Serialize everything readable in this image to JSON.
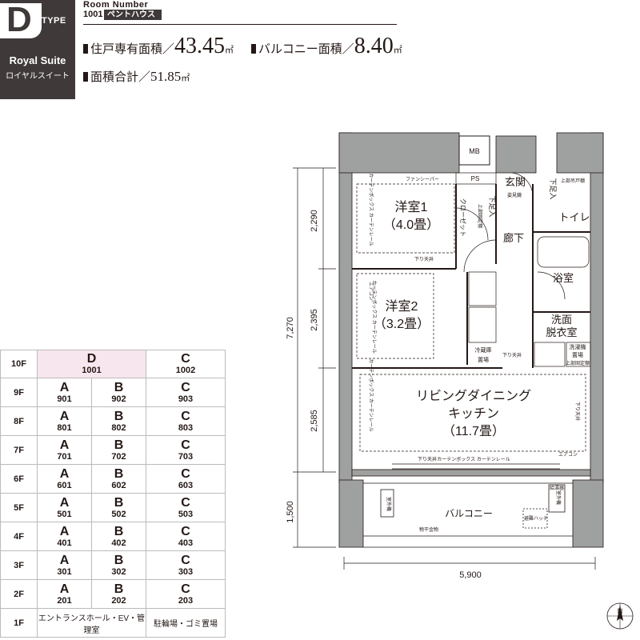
{
  "header": {
    "type_letter": "D",
    "type_word": "TYPE",
    "suite_en": "Royal Suite",
    "suite_jp": "ロイヤルスイート",
    "room_label": "Room Number",
    "room_number": "1001",
    "room_badge": "ペントハウス"
  },
  "specs": {
    "private_area_label": "住戸専有面積／",
    "private_area_value": "43.45",
    "balcony_label": "バルコニー面積／",
    "balcony_value": "8.40",
    "total_label": "面積合計／",
    "total_value": "51.85",
    "unit": "㎡"
  },
  "floor_table": {
    "highlight_color": "#f8e6ee",
    "rows": [
      {
        "floor": "10F",
        "units": [
          {
            "letter": "D",
            "number": "1001"
          },
          {
            "letter": "C",
            "number": "1002"
          }
        ]
      },
      {
        "floor": "9F",
        "units": [
          {
            "letter": "A",
            "number": "901"
          },
          {
            "letter": "B",
            "number": "902"
          },
          {
            "letter": "C",
            "number": "903"
          }
        ]
      },
      {
        "floor": "8F",
        "units": [
          {
            "letter": "A",
            "number": "801"
          },
          {
            "letter": "B",
            "number": "802"
          },
          {
            "letter": "C",
            "number": "803"
          }
        ]
      },
      {
        "floor": "7F",
        "units": [
          {
            "letter": "A",
            "number": "701"
          },
          {
            "letter": "B",
            "number": "702"
          },
          {
            "letter": "C",
            "number": "703"
          }
        ]
      },
      {
        "floor": "6F",
        "units": [
          {
            "letter": "A",
            "number": "601"
          },
          {
            "letter": "B",
            "number": "602"
          },
          {
            "letter": "C",
            "number": "603"
          }
        ]
      },
      {
        "floor": "5F",
        "units": [
          {
            "letter": "A",
            "number": "501"
          },
          {
            "letter": "B",
            "number": "502"
          },
          {
            "letter": "C",
            "number": "503"
          }
        ]
      },
      {
        "floor": "4F",
        "units": [
          {
            "letter": "A",
            "number": "401"
          },
          {
            "letter": "B",
            "number": "402"
          },
          {
            "letter": "C",
            "number": "403"
          }
        ]
      },
      {
        "floor": "3F",
        "units": [
          {
            "letter": "A",
            "number": "301"
          },
          {
            "letter": "B",
            "number": "302"
          },
          {
            "letter": "C",
            "number": "303"
          }
        ]
      },
      {
        "floor": "2F",
        "units": [
          {
            "letter": "A",
            "number": "201"
          },
          {
            "letter": "B",
            "number": "202"
          },
          {
            "letter": "C",
            "number": "203"
          }
        ]
      }
    ],
    "ground": {
      "floor": "1F",
      "left": "エントランスホール・EV・管理室",
      "right": "駐輪場・ゴミ置場"
    }
  },
  "plan": {
    "rooms": {
      "bedroom1_name": "洋室1",
      "bedroom1_size": "（4.0畳）",
      "bedroom2_name": "洋室2",
      "bedroom2_size": "（3.2畳）",
      "ldk_line1": "リビングダイニング",
      "ldk_line2": "キッチン",
      "ldk_line3": "（11.7畳）",
      "entrance": "玄関",
      "corridor": "廊下",
      "toilet": "トイレ",
      "bath": "浴室",
      "washroom_line1": "洗面",
      "washroom_line2": "脱衣室",
      "balcony": "バルコニー"
    },
    "small_labels": {
      "mb": "MB",
      "ps": "PS",
      "fan": "ファンシーパー",
      "closet": "クローゼット",
      "shoes1": "下足入",
      "shoes2": "下足入",
      "key": "姿見鏡",
      "toilet_shelf": "上部吊戸棚",
      "shelf_upper": "上部固定棚",
      "ceiling_down": "下り天井",
      "curtain": "カーテンボックス カーテンレール",
      "aircon": "エアコン",
      "fridge1": "冷蔵庫",
      "fridge2": "置場",
      "washer1": "洗濯機",
      "washer2": "置場",
      "washer3": "上部固定棚",
      "outdoor_unit": "室外機",
      "drying": "物干金物",
      "hatch": "避難ハッチ",
      "water_heater": "給湯器"
    },
    "dimensions": {
      "height1": "2,290",
      "height2": "2,395",
      "height3": "2,585",
      "height_total": "7,270",
      "balcony_depth": "1,500",
      "width": "5,900"
    },
    "compass": "N"
  }
}
